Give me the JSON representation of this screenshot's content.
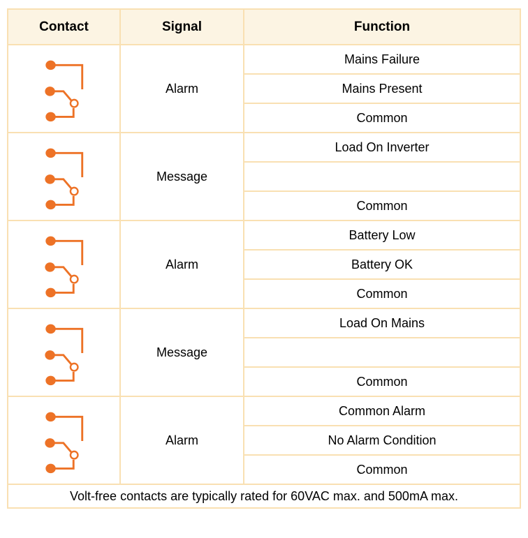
{
  "table": {
    "columns": [
      "Contact",
      "Signal",
      "Function"
    ],
    "groups": [
      {
        "contact_icon": "changeover-relay-contact",
        "signal": "Alarm",
        "functions": [
          "Mains Failure",
          "Mains Present",
          "Common"
        ]
      },
      {
        "contact_icon": "changeover-relay-contact",
        "signal": "Message",
        "functions": [
          "Load On Inverter",
          "",
          "Common"
        ]
      },
      {
        "contact_icon": "changeover-relay-contact",
        "signal": "Alarm",
        "functions": [
          "Battery Low",
          "Battery OK",
          "Common"
        ]
      },
      {
        "contact_icon": "changeover-relay-contact",
        "signal": "Message",
        "functions": [
          "Load On Mains",
          "",
          "Common"
        ]
      },
      {
        "contact_icon": "changeover-relay-contact",
        "signal": "Alarm",
        "functions": [
          "Common Alarm",
          "No Alarm Condition",
          "Common"
        ]
      }
    ],
    "footer_note": "Volt-free contacts are typically rated for 60VAC max. and 500mA max."
  },
  "colors": {
    "accent_orange": "#ED7226",
    "table_border": "#F9E0B2",
    "header_background": "#FCF4E3",
    "cell_background": "#FFFFFF",
    "text": "#000000"
  }
}
